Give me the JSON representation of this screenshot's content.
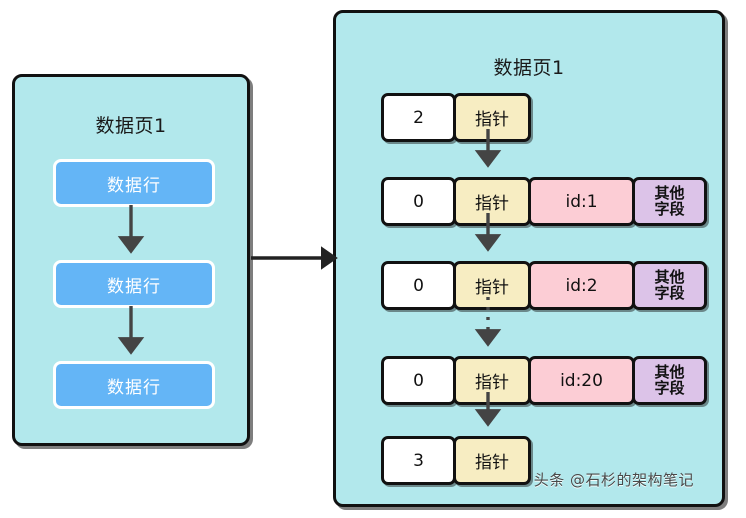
{
  "left_panel": {
    "title": "数据页1",
    "rows": [
      {
        "label": "数据行"
      },
      {
        "label": "数据行"
      },
      {
        "label": "数据行"
      }
    ]
  },
  "right_panel": {
    "title": "数据页1",
    "records": [
      {
        "flag": "2",
        "pointer": "指针",
        "id": "",
        "extra": ""
      },
      {
        "flag": "0",
        "pointer": "指针",
        "id": "id:1",
        "extra": "其他\n字段"
      },
      {
        "flag": "0",
        "pointer": "指针",
        "id": "id:2",
        "extra": "其他\n字段"
      },
      {
        "flag": "0",
        "pointer": "指针",
        "id": "id:20",
        "extra": "其他\n字段"
      },
      {
        "flag": "3",
        "pointer": "指针",
        "id": "",
        "extra": ""
      }
    ]
  },
  "watermark": "头条 @石杉的架构笔记",
  "colors": {
    "panel_background": "#b2e8ec",
    "panel_border": "#111111",
    "data_row_blue": "#64b5f6",
    "pointer_yellow": "#f7edc2",
    "id_pink": "#fccdd5",
    "extra_purple": "#dcc3e8",
    "flag_white": "#ffffff",
    "arrow": "#444444"
  }
}
